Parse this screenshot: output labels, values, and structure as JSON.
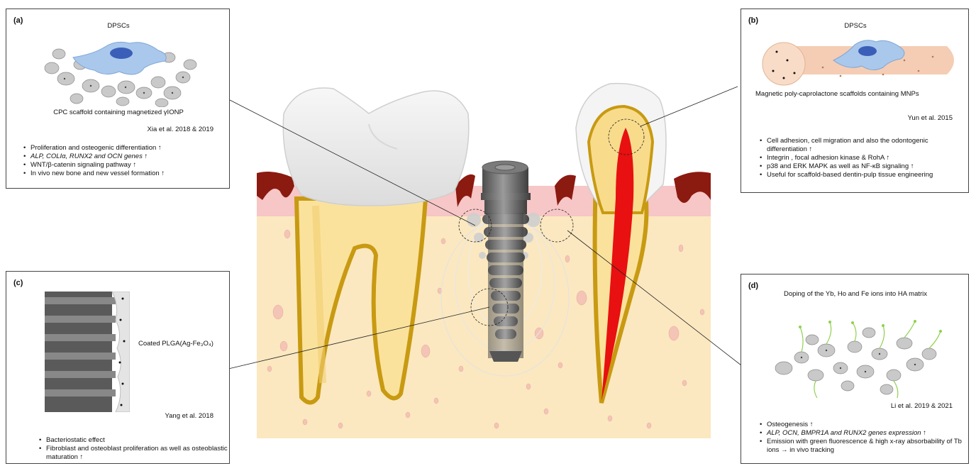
{
  "panels": {
    "a": {
      "label": "(a)",
      "title": "DPSCs",
      "caption": "CPC scaffold containing magnetized γIONP",
      "reference": "Xia et al. 2018 & 2019",
      "bullets": [
        "Proliferation and osteogenic differentiation ↑",
        "ALP, COLIα, RUNX2 and OCN genes ↑",
        "WNT/β-catenin signaling pathway ↑",
        "In vivo new bone and new vessel formation ↑"
      ]
    },
    "b": {
      "label": "(b)",
      "title": "DPSCs",
      "caption": "Magnetic poly-caprolactone scaffolds containing MNPs",
      "reference": "Yun et al. 2015",
      "bullets": [
        "Cell adhesion, cell migration and also the odontogenic differentiation ↑",
        "Integrin , focal adhesion kinase & RohA ↑",
        "p38 and ERK MAPK as well as NF-κB signaling ↑",
        "Useful for scaffold-based dentin-pulp tissue engineering"
      ]
    },
    "c": {
      "label": "(c)",
      "caption": "Coated PLGA(Ag-Fe₃O₄)",
      "reference": "Yang et al. 2018",
      "bullets": [
        "Bacteriostatic effect",
        "Fibroblast and osteoblast proliferation as well as osteoblastic maturation ↑"
      ]
    },
    "d": {
      "label": "(d)",
      "caption": "Doping of the Yb, Ho and Fe ions into HA matrix",
      "reference": "Li et al. 2019 & 2021",
      "bullets": [
        "Osteogenesis ↑",
        "ALP, OCN, BMPR1A and RUNX2 genes expression ↑",
        "Emission with green fluorescence & high x-ray absorbability of Tb ions → in vivo tracking"
      ]
    }
  },
  "colors": {
    "bone": "#fbe8c0",
    "gum": "#f7c6c6",
    "gum_dark": "#8b1a10",
    "dentin": "#f6dd96",
    "root_outline": "#c89a12",
    "enamel": "#f2f2f2",
    "pulp": "#e81010",
    "implant": "#6f6f6f",
    "cell": "#a9c8ec",
    "nucleus": "#3b5fb8",
    "particle": "#c9c9c9",
    "scaffold": "#f5cdb4",
    "glow": "#8fd14f"
  }
}
